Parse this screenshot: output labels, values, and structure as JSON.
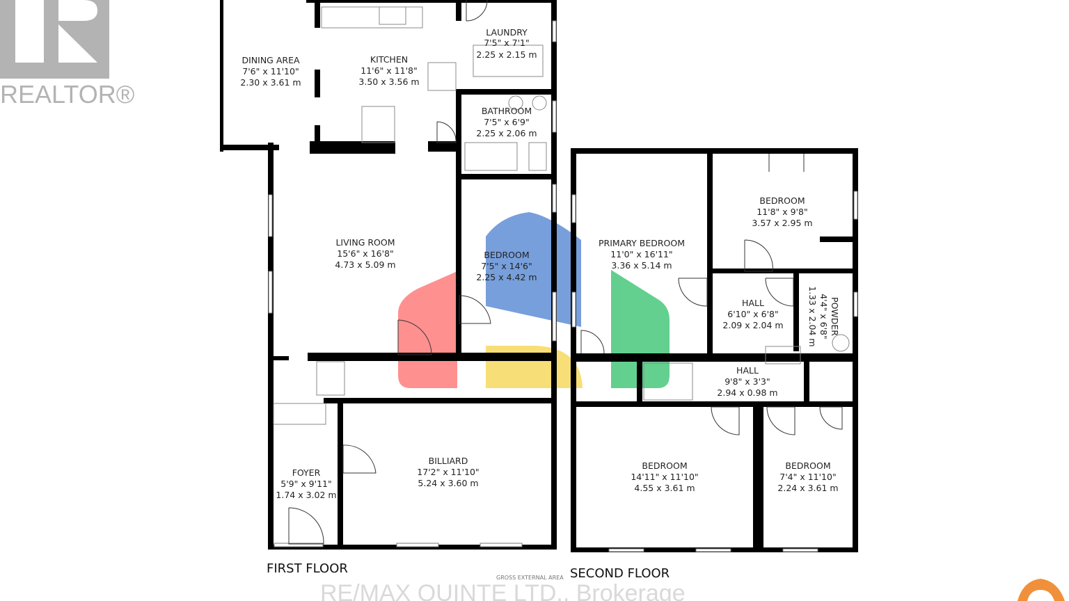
{
  "logo": {
    "name": "REALTOR®",
    "color": "#b3b3b3"
  },
  "floors": [
    {
      "label": "FIRST FLOOR",
      "rooms": [
        {
          "name": "DINING AREA",
          "imperial": "7'6\" x 11'10\"",
          "metric": "2.30 x 3.61 m"
        },
        {
          "name": "KITCHEN",
          "imperial": "11'6\" x 11'8\"",
          "metric": "3.50 x 3.56 m"
        },
        {
          "name": "LAUNDRY",
          "imperial": "7'5\" x 7'1\"",
          "metric": "2.25 x 2.15 m"
        },
        {
          "name": "BATHROOM",
          "imperial": "7'5\" x 6'9\"",
          "metric": "2.25 x 2.06 m"
        },
        {
          "name": "LIVING ROOM",
          "imperial": "15'6\" x 16'8\"",
          "metric": "4.73 x 5.09 m"
        },
        {
          "name": "BEDROOM",
          "imperial": "7'5\" x 14'6\"",
          "metric": "2.25 x 4.42 m"
        },
        {
          "name": "FOYER",
          "imperial": "5'9\" x 9'11\"",
          "metric": "1.74 x 3.02 m"
        },
        {
          "name": "BILLIARD",
          "imperial": "17'2\" x 11'10\"",
          "metric": "5.24 x 3.60 m"
        }
      ]
    },
    {
      "label": "SECOND FLOOR",
      "rooms": [
        {
          "name": "PRIMARY BEDROOM",
          "imperial": "11'0\" x 16'11\"",
          "metric": "3.36 x 5.14 m"
        },
        {
          "name": "BEDROOM",
          "imperial": "11'8\" x 9'8\"",
          "metric": "3.57 x 2.95 m"
        },
        {
          "name": "HALL",
          "imperial": "6'10\" x 6'8\"",
          "metric": "2.09 x 2.04 m"
        },
        {
          "name": "POWDER",
          "imperial": "4'4\" x 6'8\"",
          "metric": "1.33 x 2.04 m"
        },
        {
          "name": "HALL",
          "imperial": "9'8\" x 3'3\"",
          "metric": "2.94 x 0.98 m"
        },
        {
          "name": "BEDROOM",
          "imperial": "14'11\" x 11'10\"",
          "metric": "4.55 x 3.61 m"
        },
        {
          "name": "BEDROOM",
          "imperial": "7'4\" x 11'10\"",
          "metric": "2.24 x 3.61 m"
        }
      ]
    }
  ],
  "footer": {
    "gross_area_label": "GROSS EXTERNAL AREA",
    "brokerage_watermark": "RE/MAX QUINTE LTD., Brokerage"
  },
  "watermark_colors": {
    "red": "#ff6b6b",
    "blue": "#4a7fd0",
    "yellow": "#f6d44a",
    "green": "#2fc06a",
    "orange": "#f0903a"
  }
}
